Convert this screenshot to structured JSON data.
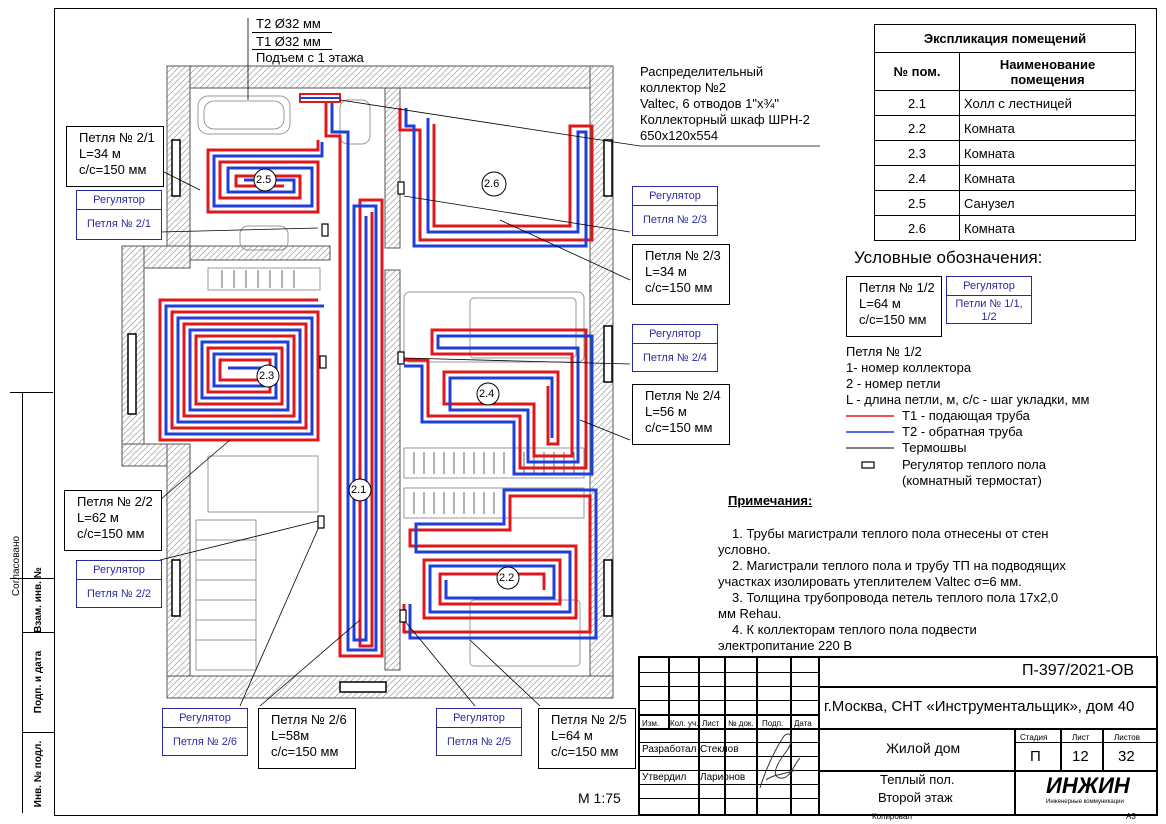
{
  "collector_labels": {
    "t2": "Т2 Ø32 мм",
    "t1": "Т1 Ø32 мм",
    "rise": "Подъем с 1 этажа"
  },
  "collector_desc": [
    "Распределительный",
    "коллектор №2",
    "Valtec, 6 отводов 1\"х¾\"",
    "Коллекторный шкаф ШРН-2",
    "650х120х554"
  ],
  "room_tags": [
    "2.1",
    "2.2",
    "2.3",
    "2.4",
    "2.5",
    "2.6"
  ],
  "loops": [
    {
      "title": "Петля № 2/1",
      "length": "L=34 м",
      "step": "с/с=150 мм"
    },
    {
      "title": "Петля № 2/3",
      "length": "L=34 м",
      "step": "с/с=150 мм"
    },
    {
      "title": "Петля № 2/4",
      "length": "L=56 м",
      "step": "с/с=150 мм"
    },
    {
      "title": "Петля № 2/2",
      "length": "L=62 м",
      "step": "с/с=150 мм"
    },
    {
      "title": "Петля № 2/6",
      "length": "L=58м",
      "step": "с/с=150 мм"
    },
    {
      "title": "Петля № 2/5",
      "length": "L=64 м",
      "step": "с/с=150 мм"
    }
  ],
  "regulators": [
    {
      "head": "Регулятор",
      "body": "Петля № 2/1"
    },
    {
      "head": "Регулятор",
      "body": "Петля № 2/3"
    },
    {
      "head": "Регулятор",
      "body": "Петля № 2/4"
    },
    {
      "head": "Регулятор",
      "body": "Петля № 2/2"
    },
    {
      "head": "Регулятор",
      "body": "Петля № 2/6"
    },
    {
      "head": "Регулятор",
      "body": "Петля № 2/5"
    }
  ],
  "explication": {
    "title": "Экспликация помещений",
    "col_num": "№ пом.",
    "col_name": "Наименование помещения",
    "rows": [
      {
        "num": "2.1",
        "name": "Холл с лестницей"
      },
      {
        "num": "2.2",
        "name": "Комната"
      },
      {
        "num": "2.3",
        "name": "Комната"
      },
      {
        "num": "2.4",
        "name": "Комната"
      },
      {
        "num": "2.5",
        "name": "Санузел"
      },
      {
        "num": "2.6",
        "name": "Комната"
      }
    ]
  },
  "legend": {
    "title": "Условные обозначения:",
    "example_title": "Петля № 1/2",
    "example_length": "L=64 м",
    "example_step": "с/с=150 мм",
    "example_reg_head": "Регулятор",
    "example_reg_body1": "Петли № 1/1,",
    "example_reg_body2": "1/2",
    "key_title": "Петля № 1/2",
    "key1": "1- номер коллектора",
    "key2": "2 - номер петли",
    "key3": "L - длина петли, м, с/с - шаг укладки, мм",
    "t1": "Т1 - подающая труба",
    "t2": "Т2 - обратная труба",
    "thermo": "Термошвы",
    "reg1": "Регулятор теплого пола",
    "reg2": "(комнатный термостат)"
  },
  "notes": {
    "title": "Примечания:",
    "lines": [
      "1.    Трубы магистрали теплого пола отнесены от стен",
      "условно.",
      "2.    Магистрали теплого пола и трубу ТП на подводящих",
      "участках изолировать утеплителем Valtec σ=6 мм.",
      "3.    Толщина трубопровода петель теплого пола 17х2,0",
      "мм Rehau.",
      "4.    К коллекторам теплого пола подвести",
      "электропитание 220 В"
    ]
  },
  "scale": "М 1:75",
  "sidebar": [
    "Согласовано",
    "Взам. инв. №",
    "Подп. и дата",
    "Инв. № подл."
  ],
  "stamp": {
    "code": "П-397/2021-ОВ",
    "address": "г.Москва, СНТ «Инструментальщик», дом 40",
    "headers": [
      "Изм.",
      "Кол. уч.",
      "Лист",
      "№ док.",
      "Подп.",
      "Дата"
    ],
    "developed_label": "Разработал",
    "developed_name": "Стеклов",
    "approved_label": "Утвердил",
    "approved_name": "Ларионов",
    "object": "Жилой дом",
    "stage_label": "Стадия",
    "sheet_label": "Лист",
    "sheets_label": "Листов",
    "stage": "П",
    "sheet": "12",
    "sheets": "32",
    "drawing1": "Теплый пол.",
    "drawing2": "Второй этаж",
    "logo": "ИНЖИН",
    "logo_sub": "Инженерные коммуникации",
    "copied": "Копировал",
    "format": "А3"
  },
  "colors": {
    "supply": "#e0181c",
    "return": "#1f3fd8",
    "regulator": "#2a2aa0"
  }
}
